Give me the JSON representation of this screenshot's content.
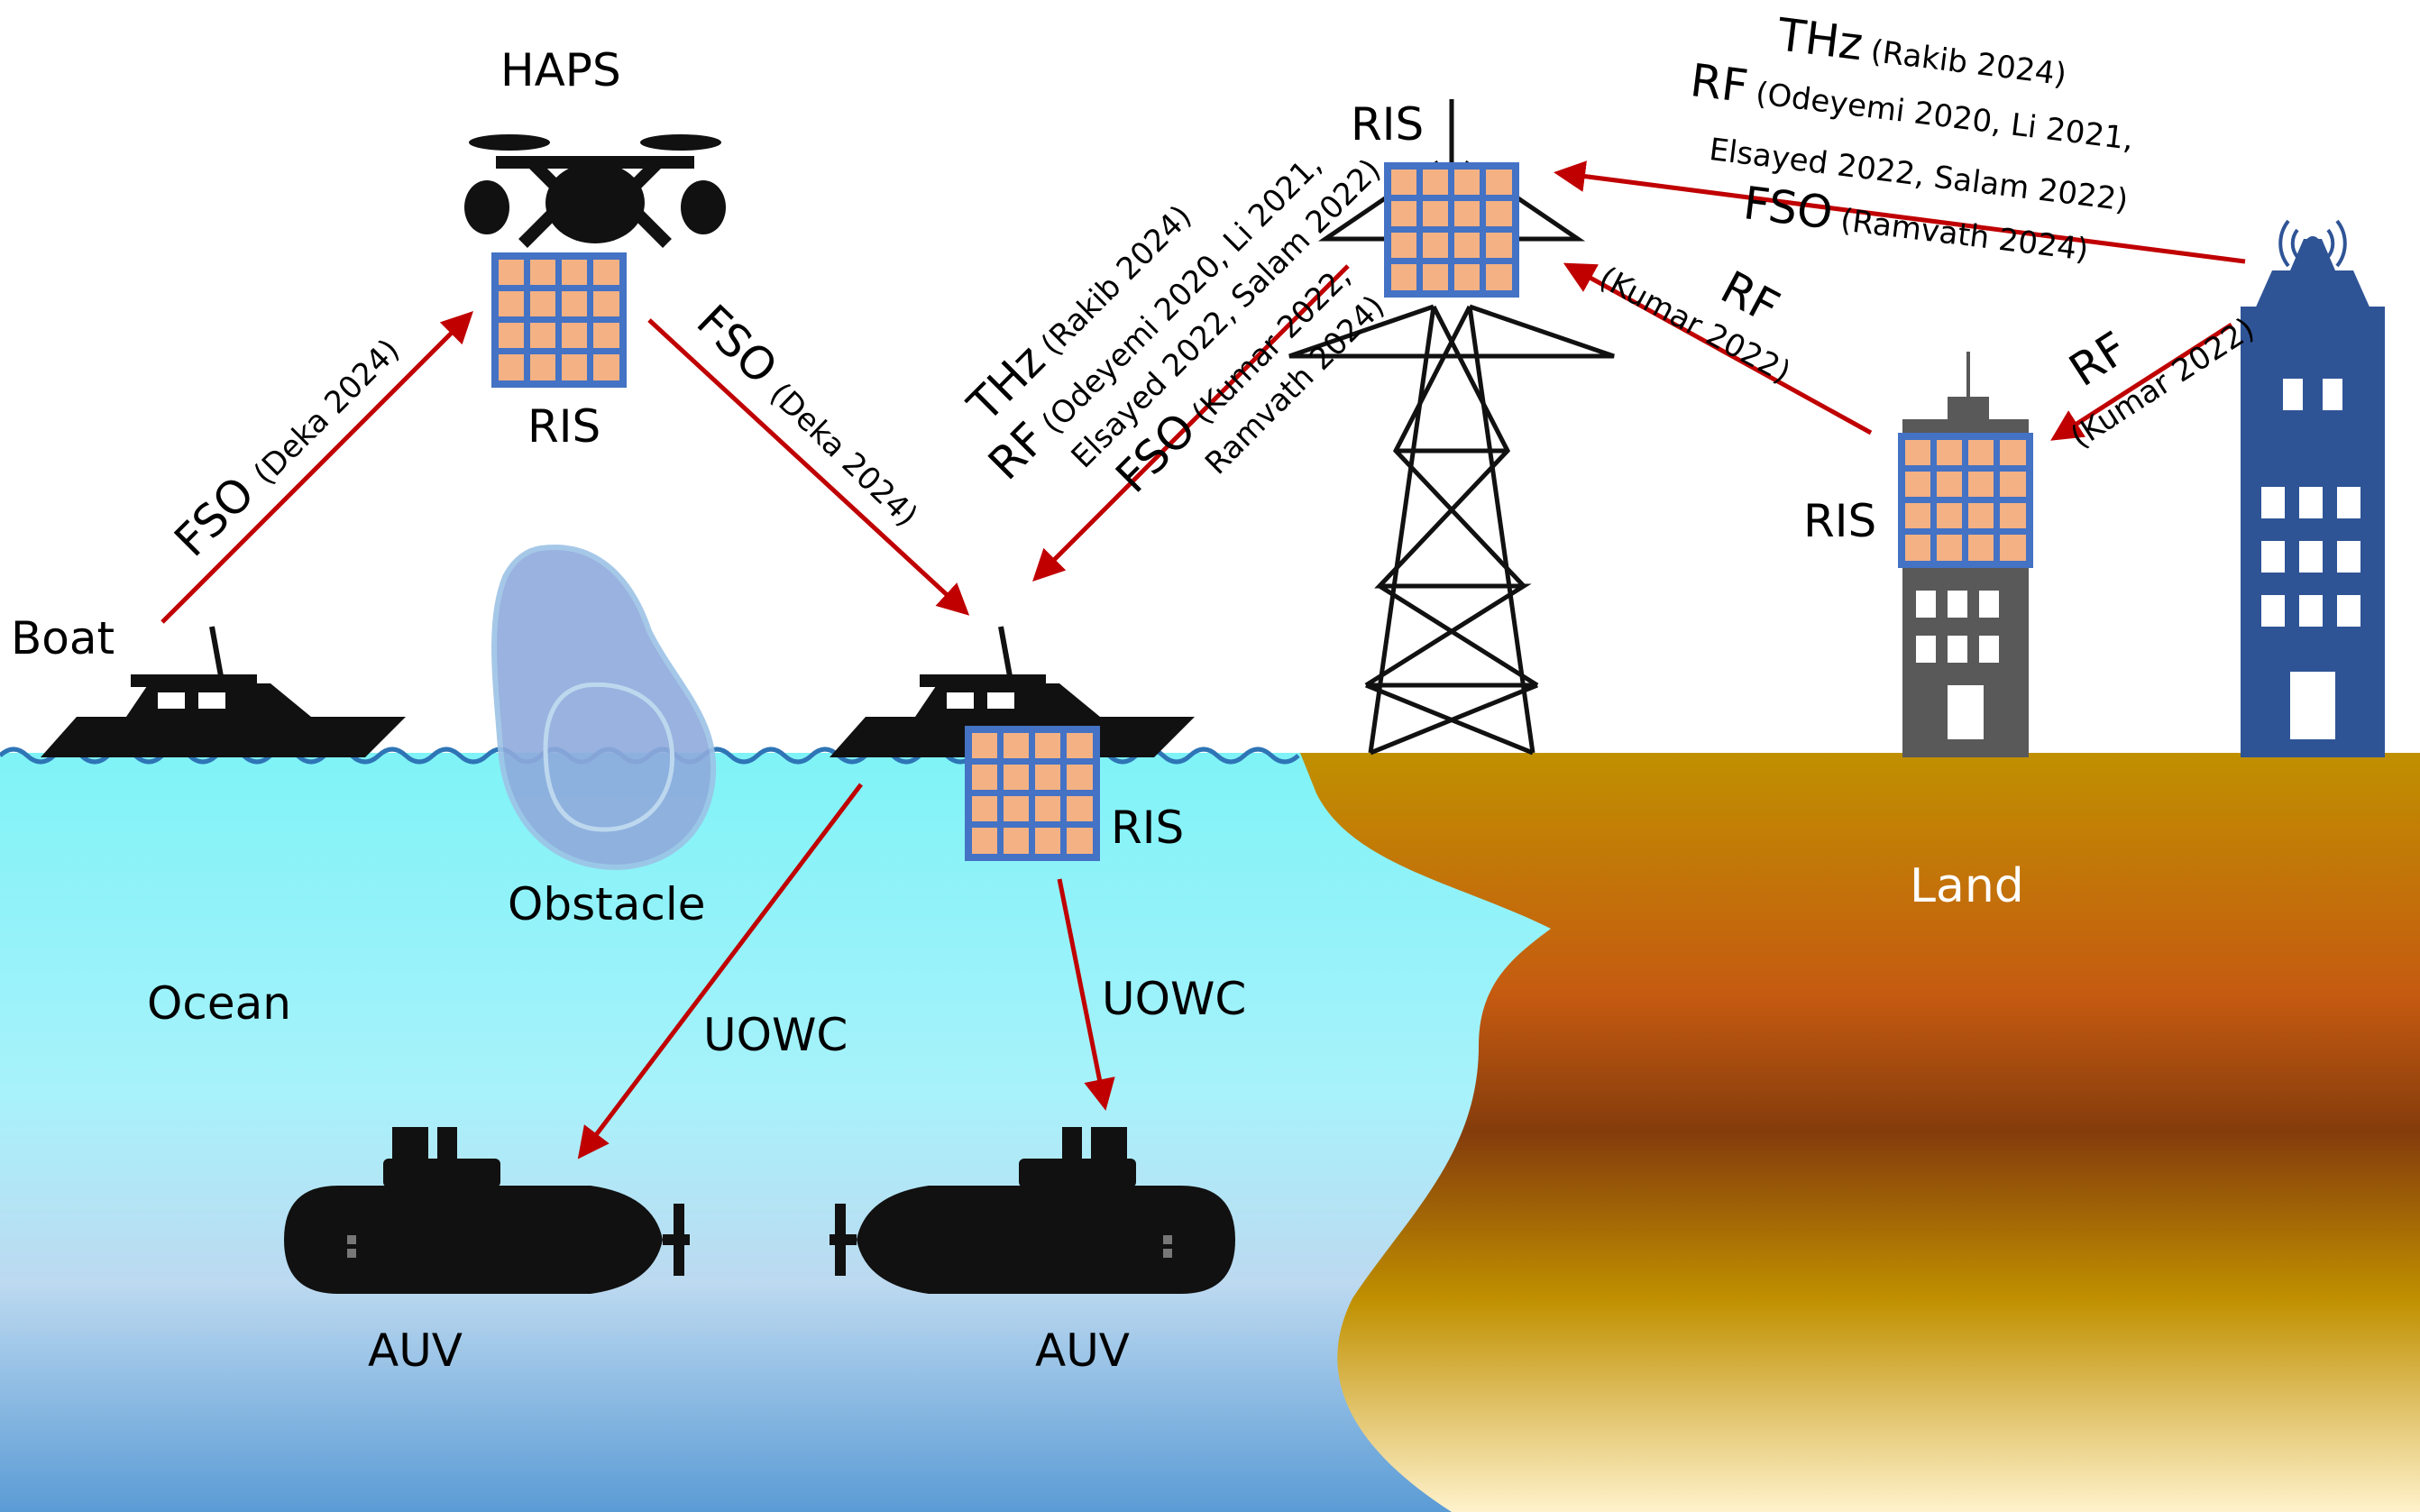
{
  "colors": {
    "link_arrow": "#c00000",
    "ris_tile": "#f4b183",
    "ris_frame": "#4472c4",
    "tall_building": "#2f5496",
    "grey_building": "#595959",
    "vehicle_fill": "#111111",
    "obstacle": "#8faadc",
    "wave": "#2e75b6",
    "land_sand": "#c09000",
    "land_rust": "#c55a11",
    "ocean_top": "#7ff3f7",
    "ocean_bottom": "#5b9bd5"
  },
  "icons": [
    "drone-icon",
    "boat-icon",
    "submarine-icon",
    "transmission-tower-icon",
    "building-icon",
    "antenna-icon",
    "ris-panel-icon",
    "obstacle-icon"
  ],
  "labels": {
    "haps": "HAPS",
    "ris_haps": "RIS",
    "ris_tower": "RIS",
    "ris_building": "RIS",
    "ris_boat": "RIS",
    "boat": "Boat",
    "obstacle": "Obstacle",
    "ocean": "Ocean",
    "land": "Land",
    "auv_left": "AUV",
    "auv_right": "AUV",
    "uowc_left": "UOWC",
    "uowc_right": "UOWC"
  },
  "links": {
    "boat_to_haps": {
      "tech": "FSO",
      "cite": "(Deka 2024)"
    },
    "haps_to_boat": {
      "tech": "FSO",
      "cite": "(Deka 2024)"
    },
    "tower_to_boat": {
      "line1_tech": "THz",
      "line1_cite": "(Rakib 2024)",
      "line2_tech": "RF",
      "line2_cite": "(Odeyemi 2020, Li 2021,",
      "line3_cite": "Elsayed 2022, Salam 2022)",
      "line4_tech": "FSO",
      "line4_cite": "(Kumar 2022,",
      "line5_cite": "Ramvath 2024)"
    },
    "bs_to_tower": {
      "line1_tech": "THz",
      "line1_cite": "(Rakib 2024)",
      "line2_tech": "RF",
      "line2_cite": "(Odeyemi 2020, Li 2021,",
      "line3_cite": "Elsayed 2022, Salam 2022)",
      "line4_tech": "FSO",
      "line4_cite": "(Ramvath 2024)"
    },
    "building_to_tower": {
      "tech": "RF",
      "cite": "(Kumar 2022)"
    },
    "bs_to_building": {
      "tech": "RF",
      "cite": "(Kumar 2022)"
    }
  }
}
